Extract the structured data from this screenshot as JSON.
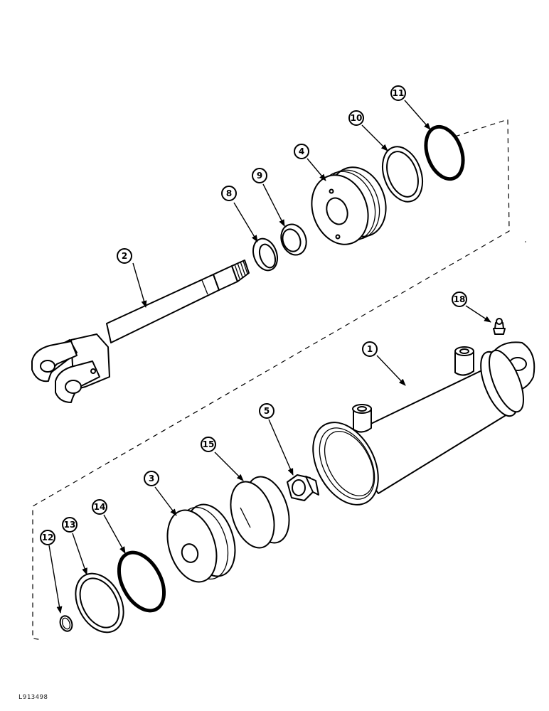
{
  "drawing_id": "L913498",
  "callouts": [
    "1",
    "2",
    "3",
    "4",
    "5",
    "8",
    "9",
    "10",
    "11",
    "12",
    "13",
    "14",
    "15",
    "18"
  ]
}
